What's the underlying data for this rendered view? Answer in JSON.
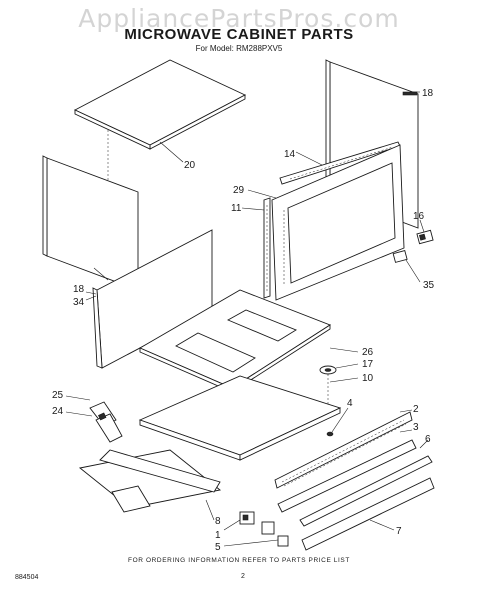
{
  "watermark": "AppliancePartsPros.com",
  "title": "MICROWAVE CABINET PARTS",
  "subtitle": "For Model: RM288PXV5",
  "footer": "FOR ORDERING INFORMATION REFER TO PARTS PRICE LIST",
  "doc_code": "884504",
  "page_number": "2",
  "callouts": {
    "c18a": "18",
    "c20": "20",
    "c14": "14",
    "c29": "29",
    "c11": "11",
    "c16": "16",
    "c35": "35",
    "c18b": "18",
    "c34": "34",
    "c26": "26",
    "c17": "17",
    "c10": "10",
    "c25": "25",
    "c24": "24",
    "c4": "4",
    "c2": "2",
    "c3": "3",
    "c6": "6",
    "c8": "8",
    "c1": "1",
    "c5": "5",
    "c7": "7"
  }
}
